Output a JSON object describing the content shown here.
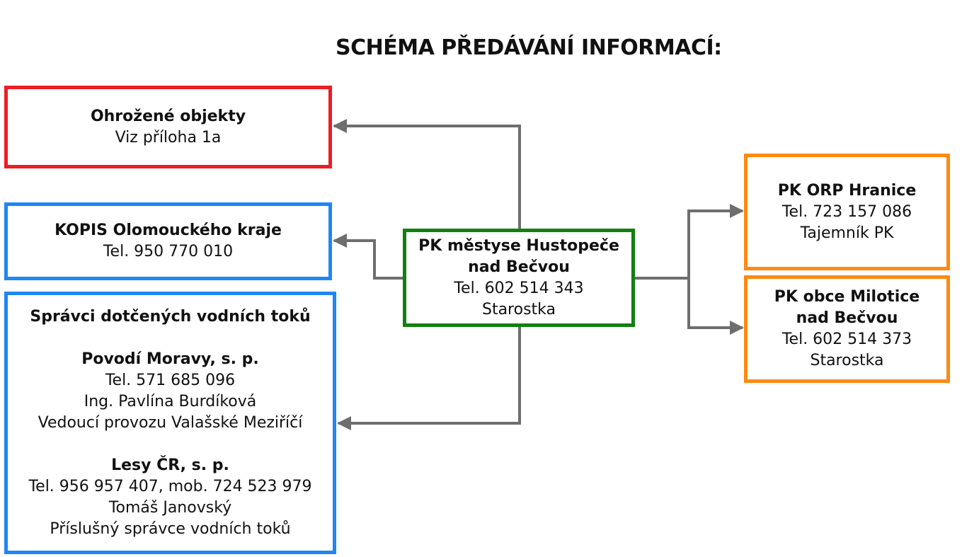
{
  "title": "SCHÉMA PŘEDÁVÁNÍ INFORMACÍ:",
  "colors": {
    "red": "#ee1c25",
    "blue": "#1e86f5",
    "green": "#118011",
    "orange": "#fd8a12",
    "connector": "#6e6e6e"
  },
  "boxes": {
    "ohrozene": {
      "heading": "Ohrožené objekty",
      "lines": [
        "Viz příloha 1a"
      ]
    },
    "kopis": {
      "heading": "KOPIS Olomouckého kraje",
      "lines": [
        "Tel. 950 770 010"
      ]
    },
    "spravci": {
      "heading": "Správci dotčených vodních toků",
      "povodi": {
        "heading": "Povodí Moravy, s. p.",
        "lines": [
          "Tel. 571 685 096",
          "Ing. Pavlína Burdíková",
          "Vedoucí provozu Valašské Meziříčí"
        ]
      },
      "lesy": {
        "heading": "Lesy ČR, s. p.",
        "lines": [
          "Tel. 956 957 407, mob. 724 523 979",
          "Tomáš Janovský",
          "Příslušný správce vodních toků"
        ]
      }
    },
    "center": {
      "heading_line1": "PK městyse Hustopeče",
      "heading_line2": "nad Bečvou",
      "lines": [
        "Tel. 602 514 343",
        "Starostka"
      ]
    },
    "orp": {
      "heading": "PK ORP Hranice",
      "lines": [
        "Tel. 723 157 086",
        "Tajemník PK"
      ]
    },
    "milotice": {
      "heading_line1": "PK obce Milotice",
      "heading_line2": "nad Bečvou",
      "lines": [
        "Tel. 602 514 373",
        "Starostka"
      ]
    }
  }
}
